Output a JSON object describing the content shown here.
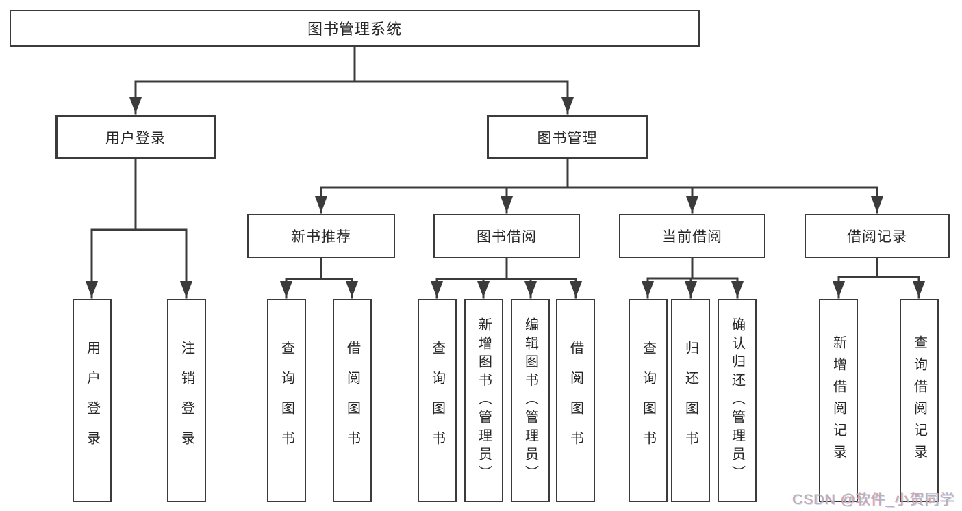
{
  "diagram": {
    "title": "图书管理系统",
    "nodes": {
      "root": {
        "label": "图书管理系统"
      },
      "level2": [
        {
          "label": "用户登录"
        },
        {
          "label": "图书管理"
        }
      ],
      "level3": [
        {
          "label": "新书推荐"
        },
        {
          "label": "图书借阅"
        },
        {
          "label": "当前借阅"
        },
        {
          "label": "借阅记录"
        }
      ],
      "leaves": [
        {
          "label": "用户登录",
          "parent": "用户登录"
        },
        {
          "label": "注销登录",
          "parent": "用户登录"
        },
        {
          "label": "查询图书",
          "parent": "新书推荐"
        },
        {
          "label": "借阅图书",
          "parent": "新书推荐"
        },
        {
          "label": "查询图书",
          "parent": "图书借阅"
        },
        {
          "label": "新增图书（管理员）",
          "parent": "图书借阅"
        },
        {
          "label": "编辑图书（管理员）",
          "parent": "图书借阅"
        },
        {
          "label": "借阅图书",
          "parent": "图书借阅"
        },
        {
          "label": "查询图书",
          "parent": "当前借阅"
        },
        {
          "label": "归还图书",
          "parent": "当前借阅"
        },
        {
          "label": "确认归还（管理员）",
          "parent": "当前借阅"
        },
        {
          "label": "新增借阅记录",
          "parent": "借阅记录"
        },
        {
          "label": "查询借阅记录",
          "parent": "借阅记录"
        }
      ]
    }
  },
  "watermark": {
    "text": "CSDN @软件_小贺同学"
  },
  "colors": {
    "line": "#3b3b3b",
    "text": "#262626",
    "background": "#ffffff",
    "watermark": "#b4b4ba"
  }
}
